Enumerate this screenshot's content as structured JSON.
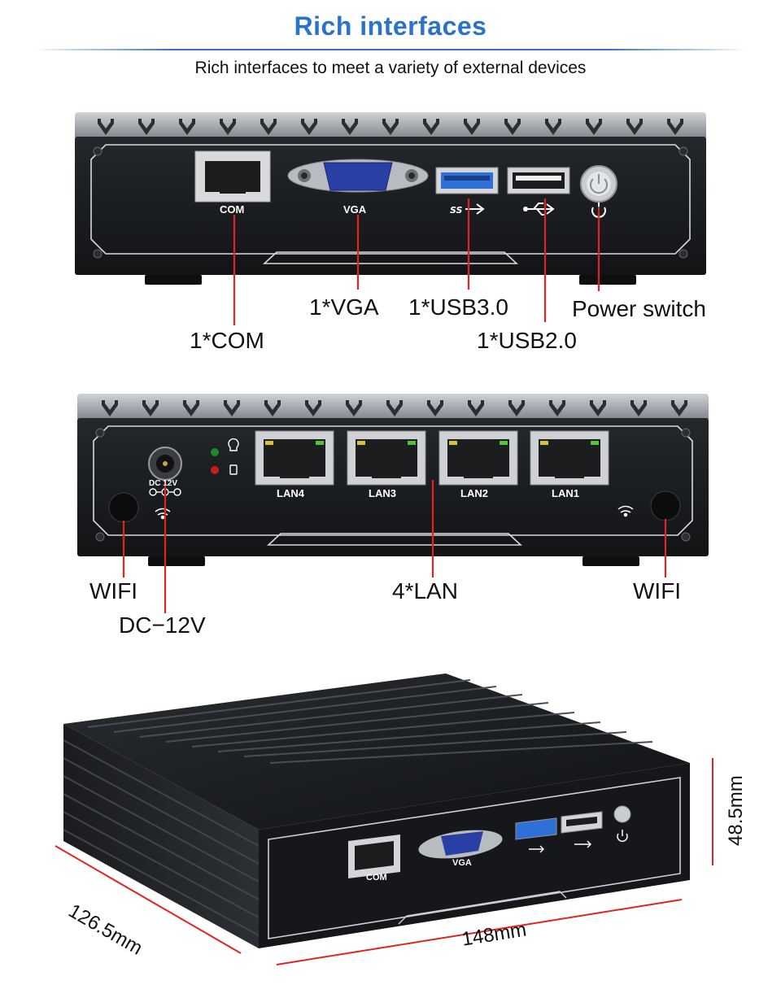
{
  "header": {
    "title": "Rich interfaces",
    "subtitle": "Rich interfaces to meet a variety of external devices"
  },
  "front_panel": {
    "port_labels": {
      "com": "COM",
      "vga": "VGA"
    },
    "callouts": {
      "com": "1*COM",
      "vga": "1*VGA",
      "usb3": "1*USB3.0",
      "usb2": "1*USB2.0",
      "power": "Power switch"
    }
  },
  "rear_panel": {
    "port_labels": {
      "dc": "DC 12V",
      "lan4": "LAN4",
      "lan3": "LAN3",
      "lan2": "LAN2",
      "lan1": "LAN1"
    },
    "callouts": {
      "wifi_left": "WIFI",
      "dc": "DC−12V",
      "lan": "4*LAN",
      "wifi_right": "WIFI"
    }
  },
  "product_view": {
    "port_labels": {
      "com": "COM",
      "vga": "VGA"
    },
    "dimensions": {
      "depth": "126.5mm",
      "width": "148mm",
      "height": "48.5mm"
    }
  },
  "colors": {
    "title": "#2a73c9",
    "callout_line": "#e0241f",
    "chassis": "#16181b",
    "usb3_blue": "#2f6fd8"
  },
  "icons": [
    "power-icon",
    "usb-icon",
    "ss-usb-icon",
    "wifi-icon",
    "led-icon",
    "hdd-icon",
    "dc-polarity-icon"
  ]
}
